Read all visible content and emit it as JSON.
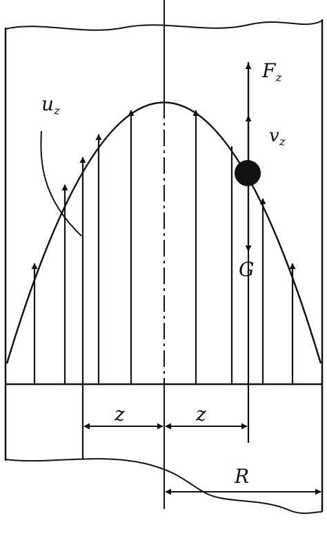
{
  "labels": {
    "u_main": "u",
    "u_sub": "z",
    "F_main": "F",
    "F_sub": "z",
    "v_main": "v",
    "v_sub": "z",
    "G": "G",
    "z_left": "z",
    "z_right": "z",
    "R": "R"
  },
  "colors": {
    "ink": "#111111",
    "background": "#ffffff"
  }
}
